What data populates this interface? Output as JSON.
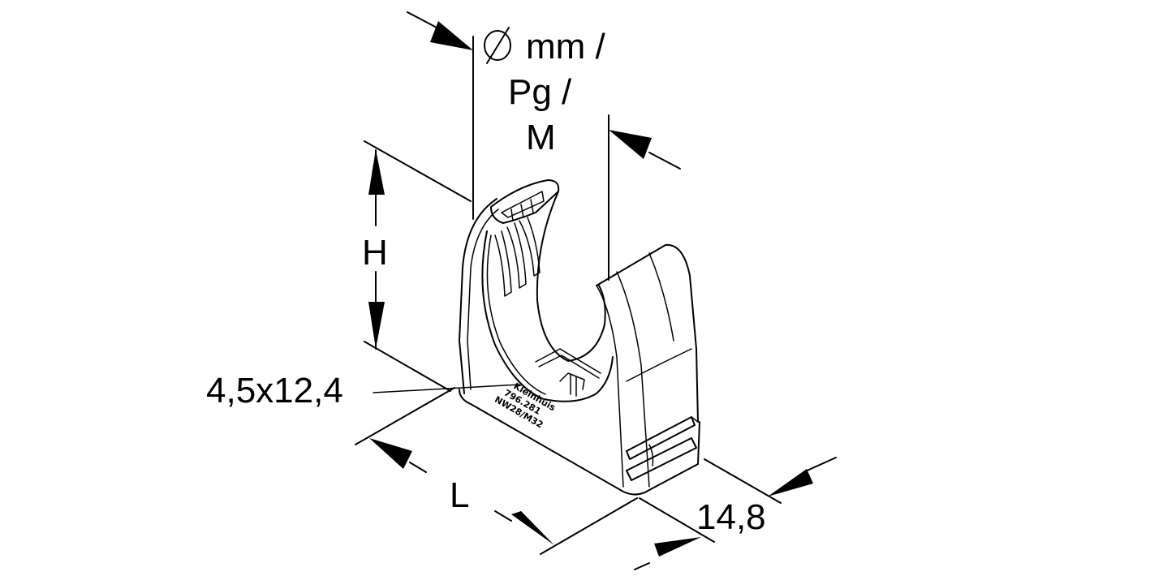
{
  "drawing": {
    "subject": "cable clip (isometric technical drawing)",
    "stroke_color": "#000000",
    "background_color": "#ffffff"
  },
  "dimensions": {
    "diameter": {
      "symbol": "∅",
      "line1": "mm /",
      "line2": "Pg /",
      "line3": "M"
    },
    "height": {
      "label": "H"
    },
    "slot": {
      "label": "4,5x12,4"
    },
    "length": {
      "label": "L"
    },
    "depth": {
      "label": "14,8"
    }
  },
  "part_marking": {
    "line1": "Kleinhuis",
    "line2": "796.281",
    "line3": "NW28/M32"
  }
}
